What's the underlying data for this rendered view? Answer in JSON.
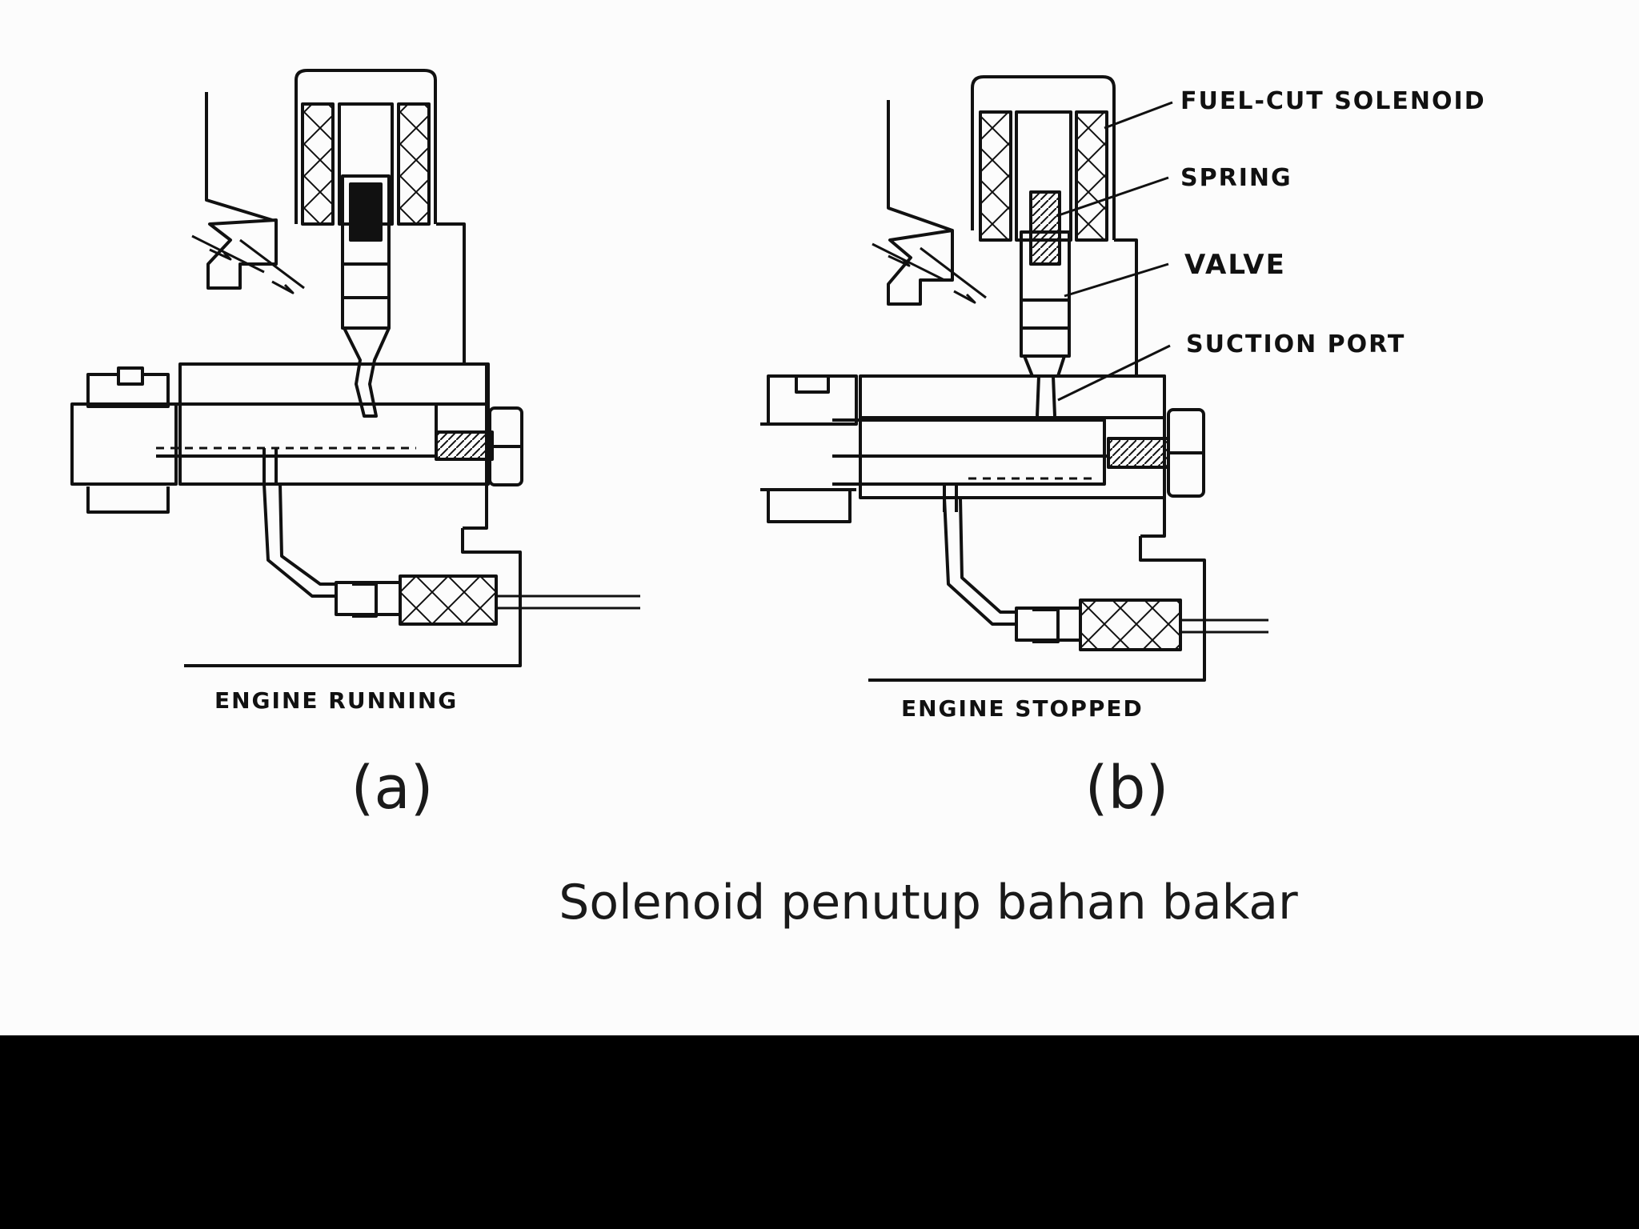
{
  "colors": {
    "background": "#fcfcfc",
    "ink": "#111111",
    "bar": "#000000"
  },
  "panel_a": {
    "state_label": "ENGINE RUNNING",
    "sublabel": "(a)"
  },
  "panel_b": {
    "state_label": "ENGINE STOPPED",
    "sublabel": "(b)",
    "callouts": {
      "fuel_cut_solenoid": "FUEL-CUT SOLENOID",
      "spring": "SPRING",
      "valve": "VALVE",
      "suction_port": "SUCTION PORT"
    }
  },
  "caption": "Solenoid penutup bahan bakar"
}
